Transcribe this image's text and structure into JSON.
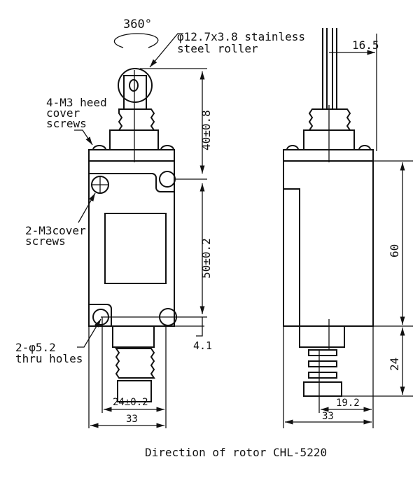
{
  "labels": {
    "rotation": "360°",
    "roller_line1": "φ12.7x3.8 stainless",
    "roller_line2": "steel roller",
    "head_screws_line1": "4-M3 heed",
    "head_screws_line2": "cover",
    "head_screws_line3": "screws",
    "cover_screws_line1": "2-M3cover",
    "cover_screws_line2": "screws",
    "holes_line1": "2-φ5.2",
    "holes_line2": "thru holes"
  },
  "dimensions": {
    "head_height": "40±0.8",
    "hole_pitch_vertical": "50±0.2",
    "hole_offset": "4.1",
    "hole_pitch_horizontal": "24±0.2",
    "width_front": "33",
    "side_top": "16.5",
    "side_body_height": "60",
    "side_bottom_height": "24",
    "side_offset": "19.2",
    "width_side": "33"
  },
  "caption": "Direction of rotor CHL-5220"
}
